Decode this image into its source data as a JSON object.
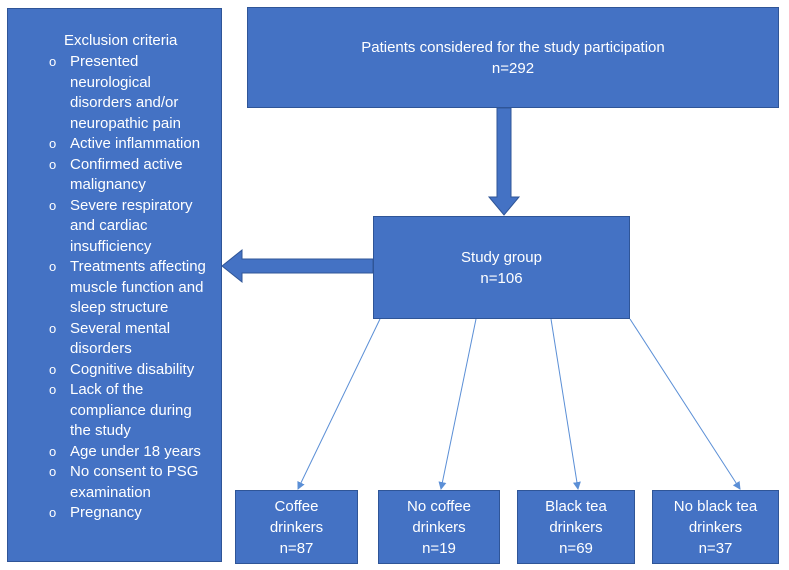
{
  "exclusion": {
    "title": "Exclusion criteria",
    "items": [
      "Presented neurological disorders and/or neuropathic pain",
      "Active inflammation",
      "Confirmed active malignancy",
      "Severe respiratory and cardiac insufficiency",
      "Treatments affecting muscle function and sleep structure",
      "Several mental disorders",
      "Cognitive disability",
      "Lack of the compliance during the study",
      "Age under 18 years",
      "No consent to PSG examination",
      "Pregnancy"
    ],
    "bullet": "o"
  },
  "top_box": {
    "line1": "Patients considered for the study participation",
    "line2": "n=292"
  },
  "study_box": {
    "line1": "Study group",
    "line2": "n=106"
  },
  "groups": [
    {
      "line1": "Coffee",
      "line2": "drinkers",
      "line3": "n=87"
    },
    {
      "line1": "No coffee",
      "line2": "drinkers",
      "line3": "n=19"
    },
    {
      "line1": "Black tea",
      "line2": "drinkers",
      "line3": "n=69"
    },
    {
      "line1": "No black tea",
      "line2": "drinkers",
      "line3": "n=37"
    }
  ],
  "colors": {
    "box_fill": "#4472c4",
    "box_border": "#2f5597",
    "connector": "#5b8fd6"
  }
}
